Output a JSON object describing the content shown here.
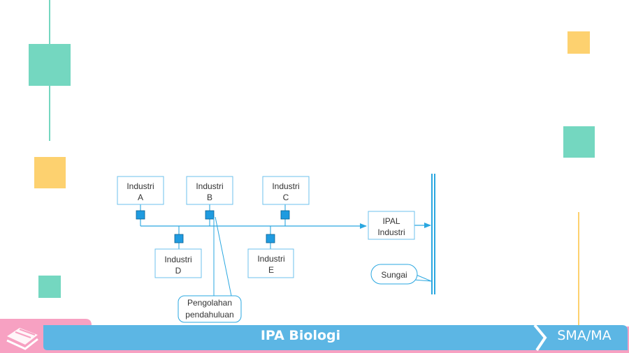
{
  "colors": {
    "teal": "#74d7c0",
    "yellow": "#fdd16f",
    "line_blue": "#2aa7e0",
    "box_border": "#6cc2ec",
    "node_fill": "#1f9be0",
    "footer_blue": "#5cb6e4",
    "footer_pink": "#f7a1c2"
  },
  "diagram": {
    "industries": [
      {
        "line1": "Industri",
        "line2": "A"
      },
      {
        "line1": "Industri",
        "line2": "B"
      },
      {
        "line1": "Industri",
        "line2": "C"
      },
      {
        "line1": "Industri",
        "line2": "D"
      },
      {
        "line1": "Industri",
        "line2": "E"
      }
    ],
    "ipal": {
      "line1": "IPAL",
      "line2": "Industri"
    },
    "pretreatment": {
      "line1": "Pengolahan",
      "line2": "pendahuluan"
    },
    "river": "Sungai"
  },
  "footer": {
    "subject": "IPA Biologi",
    "level": "SMA/MA",
    "logo_icon": "book-stack-icon"
  }
}
